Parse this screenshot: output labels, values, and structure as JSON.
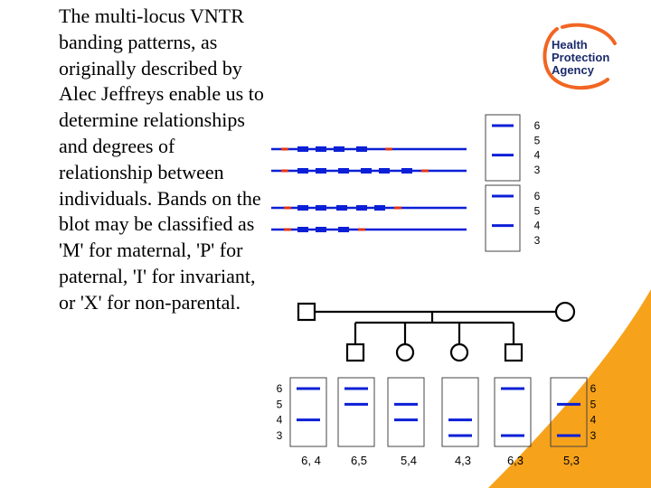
{
  "slide": {
    "body_text": "The multi-locus VNTR banding patterns, as originally described by Alec Jeffreys enable us to determine relationships and degrees of relationship between individuals. Bands on the blot may be classified as 'M' for maternal, 'P' for paternal, 'I' for invariant, or 'X' for non-parental."
  },
  "logo": {
    "lines": [
      "Health",
      "Protection",
      "Agency"
    ],
    "text_color": "#1b2a6b",
    "ring_color": "#f26522"
  },
  "colors": {
    "band": "#0b1fd6",
    "marker": "#e0341a",
    "swoosh": "#f7a21b"
  },
  "parent_gels": [
    {
      "labels": [
        "6",
        "5",
        "4",
        "3"
      ],
      "alleles": [
        6,
        4
      ]
    },
    {
      "labels": [
        "6",
        "5",
        "4",
        "3"
      ],
      "alleles": [
        6,
        4
      ]
    }
  ],
  "pedigree": {
    "father": "square",
    "mother": "circle",
    "children": [
      "square",
      "circle",
      "circle",
      "square"
    ]
  },
  "child_gel_scale": {
    "left_labels": [
      "6",
      "5",
      "4",
      "3"
    ],
    "right_labels": [
      "6",
      "5",
      "4",
      "3"
    ]
  },
  "child_gels": [
    {
      "pair": "6, 4",
      "alleles": [
        6,
        4
      ]
    },
    {
      "pair": "6,5",
      "alleles": [
        6,
        5
      ]
    },
    {
      "pair": "5,4",
      "alleles": [
        5,
        4
      ]
    },
    {
      "pair": "4,3",
      "alleles": [
        4,
        3
      ]
    },
    {
      "pair": "6,3",
      "alleles": [
        6,
        3
      ]
    },
    {
      "pair": "5,3",
      "alleles": [
        5,
        3
      ]
    }
  ]
}
